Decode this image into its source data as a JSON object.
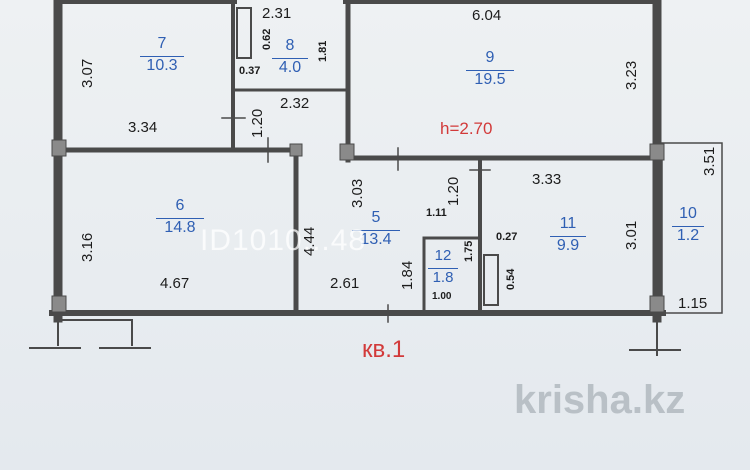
{
  "plan": {
    "height_note": "h=2.70",
    "apartment_label": "кв.1",
    "watermark": "ID1010...48",
    "logo": "krisha.kz",
    "colors": {
      "wall": "#4a4a4a",
      "room_number": "#2f5fb3",
      "annotation": "#d23a3a",
      "dimension": "#1c1c1c"
    },
    "rooms": [
      {
        "number": "7",
        "area": "10.3"
      },
      {
        "number": "8",
        "area": "4.0"
      },
      {
        "number": "9",
        "area": "19.5"
      },
      {
        "number": "6",
        "area": "14.8"
      },
      {
        "number": "5",
        "area": "13.4"
      },
      {
        "number": "12",
        "area": "1.8"
      },
      {
        "number": "11",
        "area": "9.9"
      },
      {
        "number": "10",
        "area": "1.2"
      }
    ],
    "dimensions": {
      "r7_left": "3.07",
      "r7_bottom": "3.34",
      "r8_top": "2.31",
      "r8_a": "0.62",
      "r8_b": "1.81",
      "r8_c": "0.37",
      "r9_top": "6.04",
      "r9_right": "3.23",
      "corr_top": "2.32",
      "corr_a": "1.20",
      "r6_left": "3.16",
      "r6_bottom": "4.67",
      "r5_left": "4.44",
      "r5_top": "3.03",
      "r5_bottom": "2.61",
      "r5_right": "1.84",
      "r12_a": "1.11",
      "r12_b": "1.20",
      "r12_c": "1.75",
      "r12_d": "0.27",
      "r12_e": "0.54",
      "r12_f": "1.00",
      "r11_top": "3.33",
      "r11_right": "3.01",
      "r10_top": "3.51",
      "r10_bottom": "1.15"
    }
  }
}
